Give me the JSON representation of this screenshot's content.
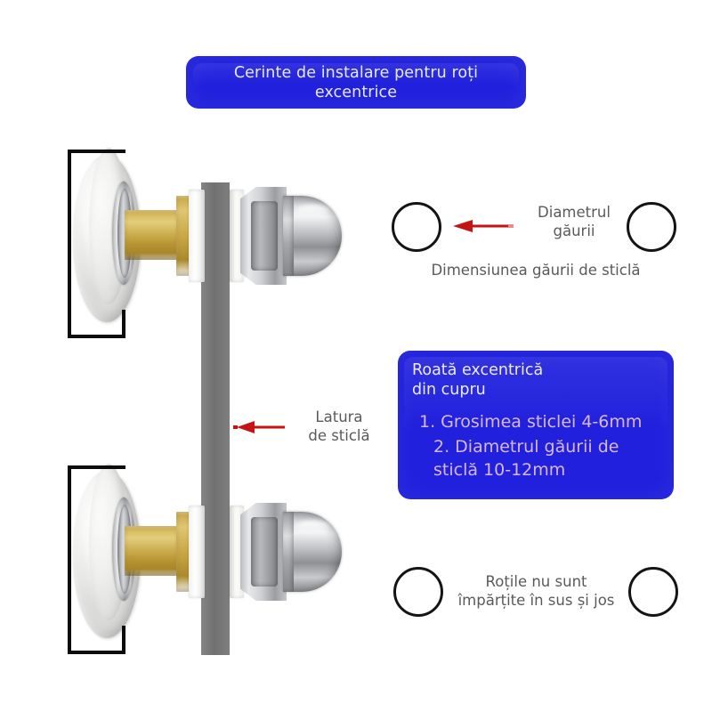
{
  "title_banner": {
    "text": "Cerinte de instalare pentru roți\nexcentrice",
    "bg_color": "#2020dd",
    "text_color": "#e9e9f6"
  },
  "hole_section": {
    "arrow_label": "Diametrul\ngăurii",
    "caption": "Dimensiunea găurii de sticlă",
    "arrow_color": "#c41414",
    "circle_stroke": "#141414"
  },
  "glass_edge": {
    "label": "Latura\nde sticlă",
    "arrow_color": "#c41414",
    "pane_color": "#777777"
  },
  "info_box": {
    "heading": "Roată excentrică\n    din cupru",
    "items": [
      "1. Grosimea sticlei 4-6mm",
      "2. Diametrul găurii de\n     sticlă 10-12mm"
    ],
    "bg_color": "#2020dd",
    "heading_color": "#ececfa",
    "item_color": "#d8b8d8"
  },
  "wheels_note": {
    "text": "Roțile nu sunt\nîmpărțite în sus și jos",
    "text_color": "#5a5a5a"
  },
  "assemblies": [
    {
      "name": "upper-roller-assembly",
      "parts": {
        "wheel": "white-nylon-roller-wheel",
        "bearing": "chrome-bearing-ring",
        "shaft": "brass-eccentric-shaft",
        "washer": "nylon-washer",
        "hex_nut": "chrome-hex-nut",
        "dome_nut": "chrome-acorn-cap-nut"
      },
      "bracket": "wheel-diameter-measure-bracket"
    },
    {
      "name": "lower-roller-assembly",
      "parts": {
        "wheel": "white-nylon-roller-wheel",
        "bearing": "chrome-bearing-ring",
        "shaft": "brass-eccentric-shaft",
        "washer": "nylon-washer",
        "hex_nut": "chrome-hex-nut",
        "dome_nut": "chrome-acorn-cap-nut"
      },
      "bracket": "wheel-diameter-measure-bracket"
    }
  ]
}
